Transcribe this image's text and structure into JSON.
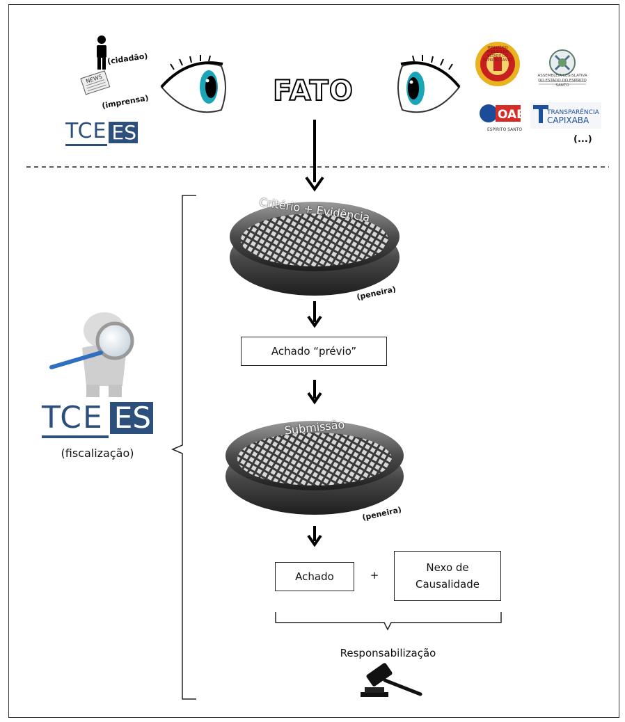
{
  "top": {
    "fact_label": "FATO",
    "observers_left": {
      "citizen_label": "(cidadão)",
      "press_label": "(imprensa)",
      "tce_logo_text": "TCE",
      "tce_logo_suffix": "ES"
    },
    "observers_right": {
      "mp_seal_text": "MINISTÉRIO PÚBLICO DO ESTADO DO ESPÍRITO SANTO",
      "assembly_text": "ASSEMBLEIA LEGISLATIVA DO ESTADO DO ESPÍRITO SANTO",
      "oab_text": "OAB",
      "oab_sub": "ESPÍRITO SANTO",
      "transparency_line1": "TRANSPARÊNCIA",
      "transparency_line2": "CAPIXABA",
      "ellipsis": "(...)"
    },
    "newspaper_text": "NEWS"
  },
  "process": {
    "sieve1_label": "Critério + Evidência",
    "sieve1_note": "(peneira)",
    "preliminary_finding": "Achado “prévio”",
    "sieve2_label": "Submissão",
    "sieve2_note": "(peneira)",
    "finding": "Achado",
    "plus": "+",
    "causal_link_line1": "Nexo de",
    "causal_link_line2": "Causalidade",
    "accountability": "Responsabilização"
  },
  "left_side": {
    "tce_logo_text": "TCE",
    "tce_logo_suffix": "ES",
    "caption": "(fiscalização)"
  },
  "colors": {
    "tce_blue": "#2c4f7c",
    "eye_iris": "#1aa5b8",
    "seal_red": "#c8201e",
    "seal_gold": "#e9b21f",
    "oab_blue": "#1a4c9a",
    "oab_red": "#d42d27"
  }
}
